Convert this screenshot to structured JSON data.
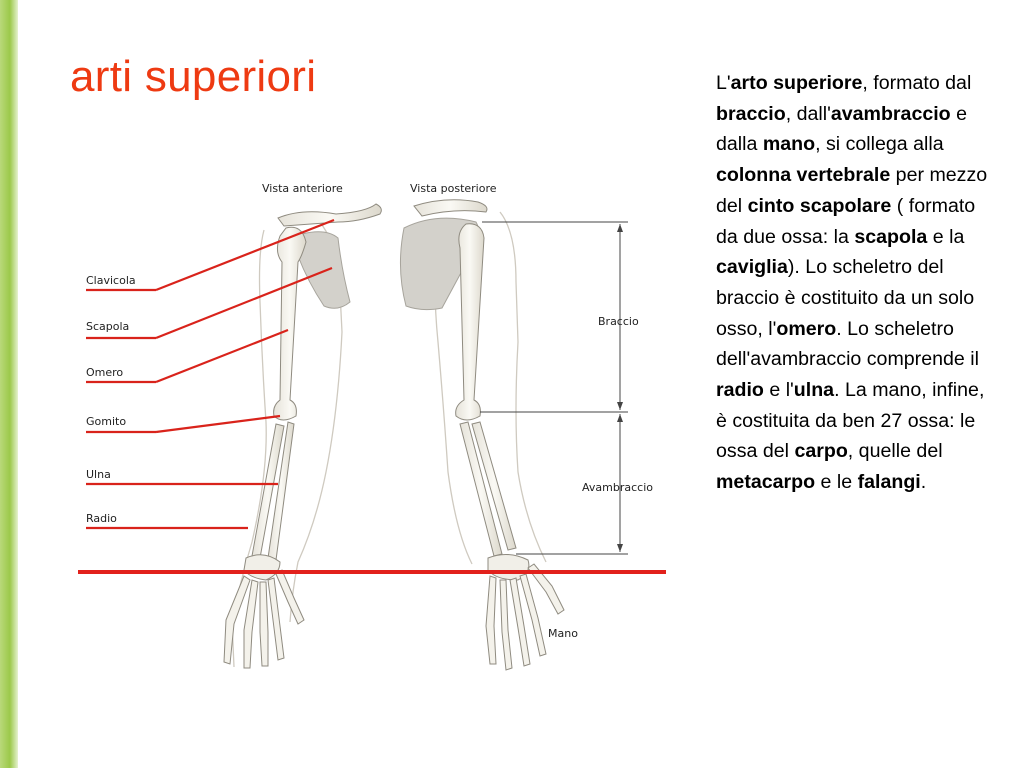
{
  "slide": {
    "title": "arti superiori",
    "accent_color": "#ee3a12",
    "side_bar_color": "#9cc94a"
  },
  "figure": {
    "label_anterior": "Vista anteriore",
    "label_posterior": "Vista posteriore",
    "labels_left": [
      "Clavicola",
      "Scapola",
      "Omero",
      "Gomito",
      "Ulna",
      "Radio"
    ],
    "label_braccio": "Braccio",
    "label_avambraccio": "Avambraccio",
    "label_mano": "Mano"
  },
  "text": {
    "p01": "L'",
    "b01": "arto superiore",
    "p02": ", formato dal ",
    "b02": "braccio",
    "p03": ", dall'",
    "b03": "avambraccio",
    "p04": " e dalla ",
    "b04": "mano",
    "p05": ", si collega alla ",
    "b05": "colonna vertebrale",
    "p06": " per mezzo del ",
    "b06": "cinto scapolare",
    "p07": " ( formato da due ossa: la ",
    "b07": "scapola",
    "p08": " e la ",
    "b08": "caviglia",
    "p09": "). Lo scheletro del braccio è costituito da un solo osso, l'",
    "b09": "omero",
    "p10": ". Lo scheletro dell'avambraccio comprende il ",
    "b10": "radio",
    "p11": " e l'",
    "b11": "ulna",
    "p12": ". La mano, infine, è costituita da ben 27 ossa: le ossa del ",
    "b12": "carpo",
    "p13": ", quelle del ",
    "b13": "metacarpo",
    "p14": " e le ",
    "b14": "falangi",
    "p15": "."
  }
}
